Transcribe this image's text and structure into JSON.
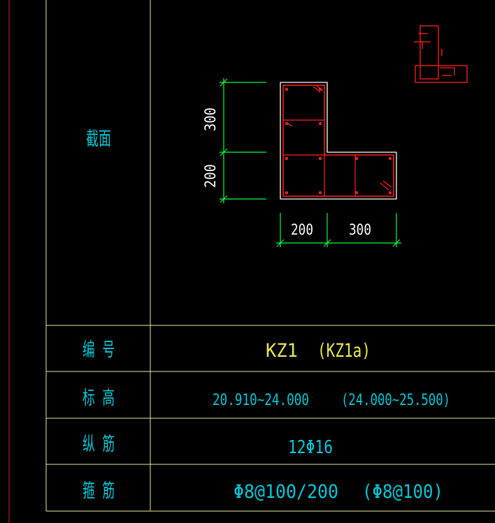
{
  "colors": {
    "background": "#000000",
    "table_line": "#e8e8a0",
    "left_border": "#c0203a",
    "dimension": "#00ff3c",
    "cyan_text": "#00c8d8",
    "yellow_text": "#e8e850",
    "section_outline": "#ffffff",
    "rebar": "#ff2020"
  },
  "rows": {
    "section": {
      "label": "截面"
    },
    "number": {
      "label": "编 号",
      "main": "KZ1",
      "alt": "(KZ1a)"
    },
    "elevation": {
      "label": "标 高",
      "main": "20.910~24.000",
      "alt": "(24.000~25.500)"
    },
    "longitudinal": {
      "label": "纵 筋",
      "value": "12Φ16"
    },
    "stirrup": {
      "label": "箍 筋",
      "main": "Φ8@100/200",
      "alt": "(Φ8@100)"
    }
  },
  "section_dims": {
    "vertical_upper": "300",
    "vertical_lower": "200",
    "horizontal_left": "200",
    "horizontal_right": "300"
  },
  "icons": {
    "key_plan": "l-shape-key-plan-icon"
  }
}
